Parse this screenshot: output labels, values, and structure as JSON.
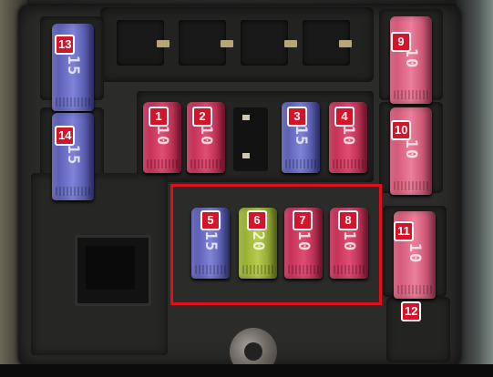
{
  "fuses": [
    {
      "number": "13",
      "rating": "15",
      "color": "blue"
    },
    {
      "number": "14",
      "rating": "15",
      "color": "blue"
    },
    {
      "number": "1",
      "rating": "10",
      "color": "red"
    },
    {
      "number": "2",
      "rating": "10",
      "color": "red"
    },
    {
      "number": "3",
      "rating": "15",
      "color": "blue"
    },
    {
      "number": "4",
      "rating": "10",
      "color": "red"
    },
    {
      "number": "5",
      "rating": "15",
      "color": "blue"
    },
    {
      "number": "6",
      "rating": "20",
      "color": "yellow-green"
    },
    {
      "number": "7",
      "rating": "10",
      "color": "red"
    },
    {
      "number": "8",
      "rating": "10",
      "color": "red"
    },
    {
      "number": "9",
      "rating": "10",
      "color": "pink"
    },
    {
      "number": "10",
      "rating": "10",
      "color": "pink"
    },
    {
      "number": "11",
      "rating": "10",
      "color": "pink"
    }
  ],
  "labels": {
    "slot_12": "12"
  },
  "colors": {
    "label_fill": "#d4142a",
    "label_border": "#ffffff",
    "highlight_box": "#e0101a",
    "fuse_red": "#e04d73",
    "fuse_pink": "#ec7f9a",
    "fuse_blue": "#7f84d8",
    "fuse_green": "#b8cc4e"
  }
}
